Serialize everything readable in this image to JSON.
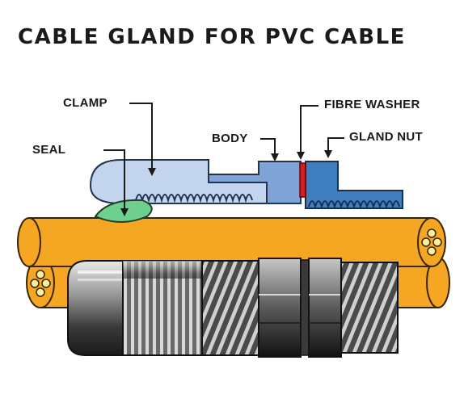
{
  "title": "CABLE GLAND FOR PVC CABLE",
  "labels": {
    "clamp": "CLAMP",
    "seal": "SEAL",
    "body": "BODY",
    "fibre_washer": "FIBRE WASHER",
    "gland_nut": "GLAND NUT"
  },
  "icons": {
    "cable": "orange-cable-with-conductors",
    "gland": "assembled-gland-cutaway"
  },
  "colors": {
    "cable": "#f5a623",
    "cable_outline": "#3a2400",
    "clamp": "#b8cde8",
    "body": "#7fa3d6",
    "gland_nut": "#3f7fc0",
    "fibre_washer": "#d01f26",
    "seal": "#6fcf8f",
    "gland_metal": "#8c8c8c"
  }
}
